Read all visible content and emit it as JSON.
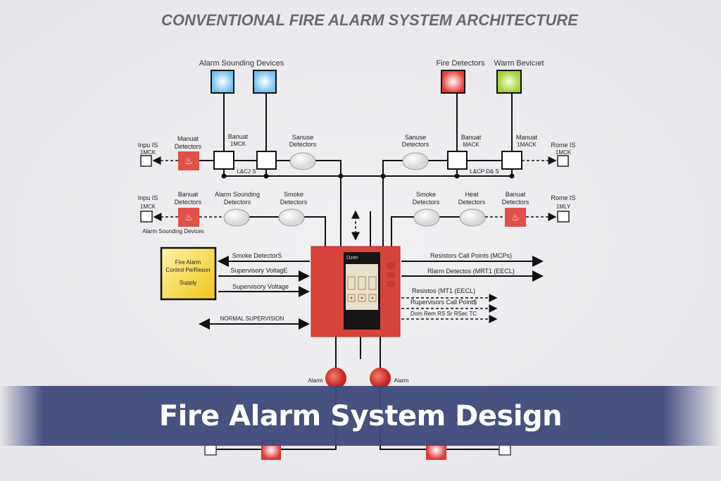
{
  "title": "CONVENTIONAL FIRE ALARM SYSTEM ARCHITECTURE",
  "banner": "Fire Alarm System Design",
  "top": {
    "alarm_sounding_devices": "Alarm Sounding Devices",
    "fire_detectors": "Fire Detectors",
    "warm_device": "Warm Bevicıet"
  },
  "row1": {
    "input_left": [
      "Inpu IS",
      "1MCK"
    ],
    "manual_left": [
      "Manuat",
      "Detectors"
    ],
    "banuat_left": [
      "Banuat",
      "1MCK"
    ],
    "sanuse_left": [
      "Sanuse",
      "Detectors"
    ],
    "lacp_left": "L&CJ S",
    "sanuse_right": [
      "Sanuse",
      "Detectors"
    ],
    "banuat_right": [
      "Banuat",
      "MACK"
    ],
    "manual_right": [
      "Manuat",
      "1MACK"
    ],
    "lacp_right": "L&CP D& S",
    "rome_right": [
      "Rome IS",
      "1MCK"
    ]
  },
  "row2": {
    "input_left": [
      "Inpu IS",
      "1MCK"
    ],
    "banuat_left": [
      "Banuat",
      "Detectors"
    ],
    "alarm_sounding": [
      "Alarm Sounding",
      "Detectors"
    ],
    "smoke_left": [
      "Smoke",
      "Detectors"
    ],
    "alarm_sounding_devices": "Alarm Sounding Devices",
    "smoke_right": [
      "Smoke",
      "Detectors"
    ],
    "heat": [
      "Heat",
      "Detectors"
    ],
    "banuat_right": [
      "Banuat",
      "Detectors"
    ],
    "rome_right": [
      "Rome IS",
      "1MLY"
    ]
  },
  "power_supply": [
    "Fire Alarm",
    "Control Pe/Reson",
    "Supply"
  ],
  "left_arrows": [
    "Smoke DetectorS",
    "Supervisory VoltagE",
    "Supervisory Voltage",
    "NORMAL SUPERVISION"
  ],
  "right_arrows": [
    "Resistors Call Points (MCPs)",
    "Rlarm Detectos (MRT1 (EECL)",
    "Resistos (MT1 (EECL)",
    "Rupervisors Call Point$",
    "Dom Rem RS Sr RSec TC"
  ],
  "panel_screen": "Ozen",
  "alarms": [
    "Alarm",
    "Alarm"
  ],
  "colors": {
    "panel": "#d8443b",
    "banner": "#3f4a7a",
    "blue_device": "#8fd0f2",
    "red_device": "#e9433d",
    "green_device": "#a9d63a",
    "supply": "#f3cc2a"
  }
}
